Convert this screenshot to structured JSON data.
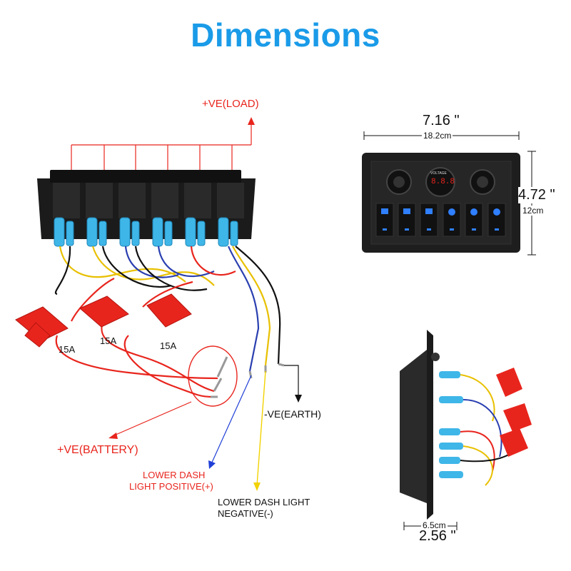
{
  "title": "Dimensions",
  "labels": {
    "load": "+VE(LOAD)",
    "battery": "+VE(BATTERY)",
    "earth": "-VE(EARTH)",
    "lower_pos_line1": "LOWER DASH",
    "lower_pos_line2": "LIGHT POSITIVE(+)",
    "lower_neg_line1": "LOWER DASH LIGHT",
    "lower_neg_line2": "NEGATIVE(-)"
  },
  "fuses": [
    "15A",
    "15A",
    "15A"
  ],
  "dimensions": {
    "width_in": "7.16 \"",
    "width_cm": "18.2cm",
    "height_in": "4.72 \"",
    "height_cm": "12cm",
    "depth_in": "2.56 \"",
    "depth_cm": "6.5cm"
  },
  "panel": {
    "voltmeter_label": "VOLTAGE",
    "voltmeter_digits": "8.8.8"
  },
  "colors": {
    "title": "#1a9be8",
    "callout_red": "#e8251d",
    "callout_blue": "#1f3fd6",
    "callout_yellow": "#f2d200",
    "terminal_blue": "#3fb6e8",
    "switch_led": "#2f7fff"
  }
}
